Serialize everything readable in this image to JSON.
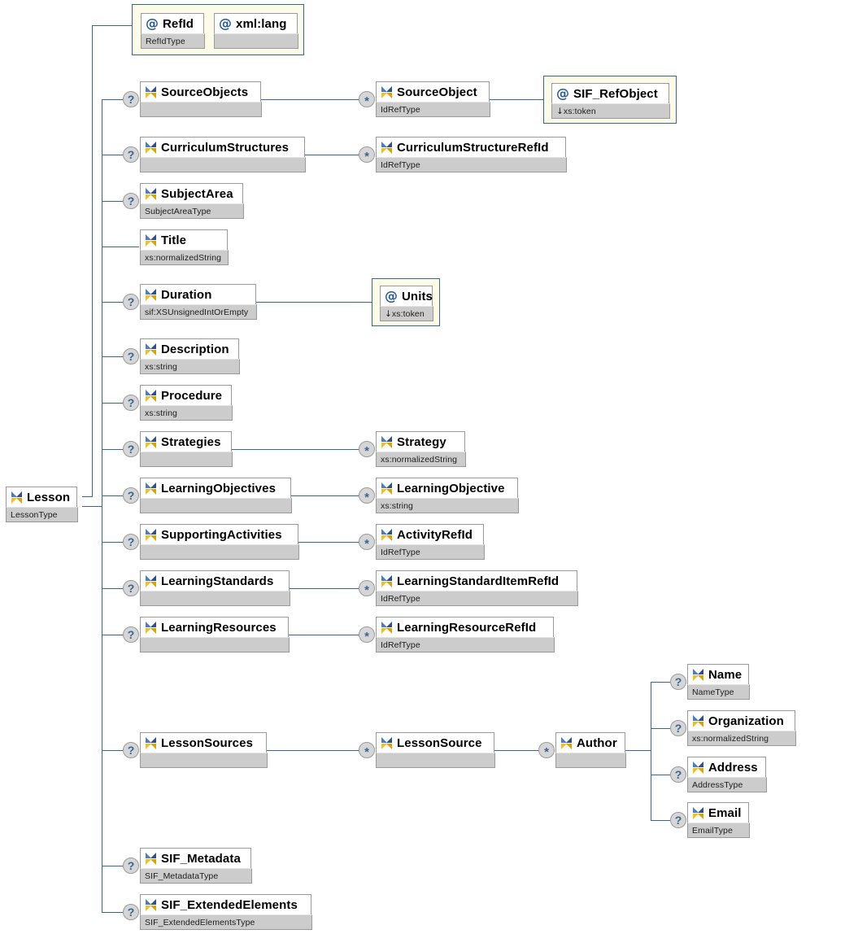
{
  "diagram": {
    "title": "Lesson (LessonType) XML Schema element tree",
    "icons": {
      "element": "element-diamond-icon",
      "attribute": "attribute-at-icon",
      "optional": "optional-question-marker",
      "repeat": "repeating-asterisk-marker"
    },
    "colors": {
      "line": "#3a6591",
      "box_border": "#9a9a9a",
      "box_title_bg": "#ffffff",
      "box_type_bg": "#cccccc",
      "attr_group_bg": "#fbfbe8",
      "attr_group_border": "#3a6591",
      "marker_bg": "#d6d6d6",
      "icon_blue": "#2d4f8e",
      "icon_yellow": "#f0c020"
    },
    "markers": {
      "optional": "?",
      "repeat": "*"
    }
  },
  "nodes": {
    "lesson": {
      "label": "Lesson",
      "type": "LessonType"
    },
    "ref_id": {
      "label": "RefId",
      "type": "RefIdType"
    },
    "xml_lang": {
      "label": "xml:lang",
      "type": ""
    },
    "source_objects": {
      "label": "SourceObjects",
      "type": ""
    },
    "source_object": {
      "label": "SourceObject",
      "type": "IdRefType"
    },
    "sif_ref_object": {
      "label": "SIF_RefObject",
      "type": "xs:token",
      "fixed": true
    },
    "curriculum_structures": {
      "label": "CurriculumStructures",
      "type": ""
    },
    "curriculum_structure_refid": {
      "label": "CurriculumStructureRefId",
      "type": "IdRefType"
    },
    "subject_area": {
      "label": "SubjectArea",
      "type": "SubjectAreaType"
    },
    "title": {
      "label": "Title",
      "type": "xs:normalizedString"
    },
    "duration": {
      "label": "Duration",
      "type": "sif:XSUnsignedIntOrEmpty"
    },
    "units": {
      "label": "Units",
      "type": "xs:token",
      "fixed": true
    },
    "description": {
      "label": "Description",
      "type": "xs:string"
    },
    "procedure": {
      "label": "Procedure",
      "type": "xs:string"
    },
    "strategies": {
      "label": "Strategies",
      "type": ""
    },
    "strategy": {
      "label": "Strategy",
      "type": "xs:normalizedString"
    },
    "learning_objectives": {
      "label": "LearningObjectives",
      "type": ""
    },
    "learning_objective": {
      "label": "LearningObjective",
      "type": "xs:string"
    },
    "supporting_activities": {
      "label": "SupportingActivities",
      "type": ""
    },
    "activity_refid": {
      "label": "ActivityRefId",
      "type": "IdRefType"
    },
    "learning_standards": {
      "label": "LearningStandards",
      "type": ""
    },
    "learning_standard_item_refid": {
      "label": "LearningStandardItemRefId",
      "type": "IdRefType"
    },
    "learning_resources": {
      "label": "LearningResources",
      "type": ""
    },
    "learning_resource_refid": {
      "label": "LearningResourceRefId",
      "type": "IdRefType"
    },
    "lesson_sources": {
      "label": "LessonSources",
      "type": ""
    },
    "lesson_source": {
      "label": "LessonSource",
      "type": ""
    },
    "author": {
      "label": "Author",
      "type": ""
    },
    "name": {
      "label": "Name",
      "type": "NameType"
    },
    "organization": {
      "label": "Organization",
      "type": "xs:normalizedString"
    },
    "address": {
      "label": "Address",
      "type": "AddressType"
    },
    "email": {
      "label": "Email",
      "type": "EmailType"
    },
    "sif_metadata": {
      "label": "SIF_Metadata",
      "type": "SIF_MetadataType"
    },
    "sif_extended_elements": {
      "label": "SIF_ExtendedElements",
      "type": "SIF_ExtendedElementsType"
    }
  }
}
